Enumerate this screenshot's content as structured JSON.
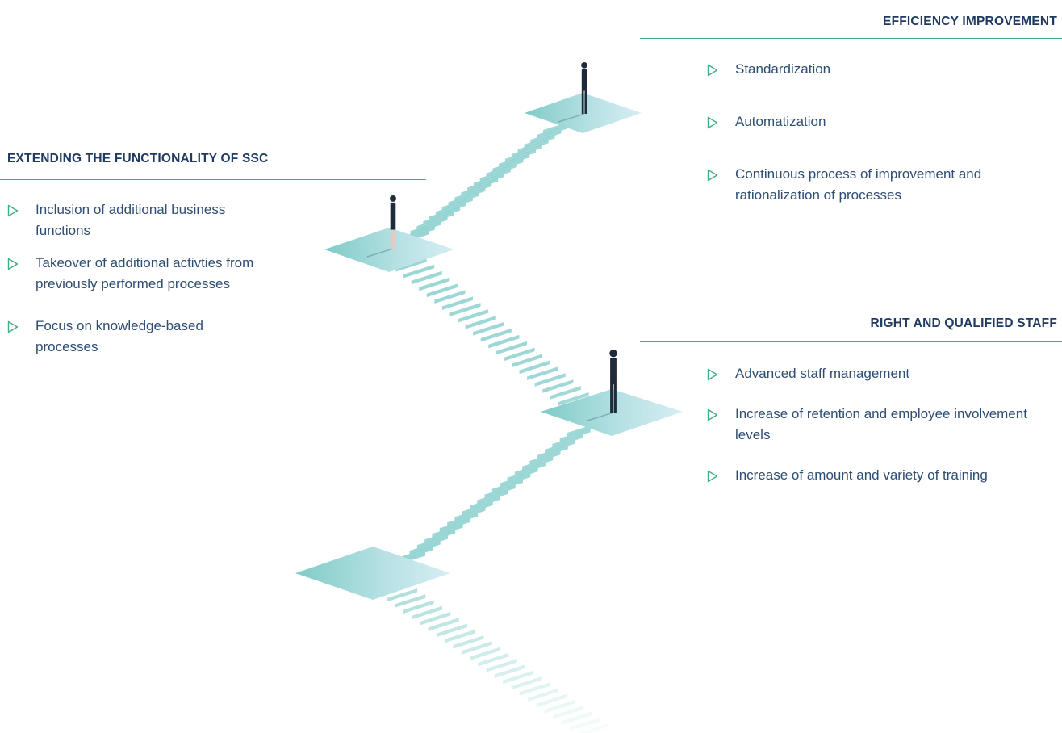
{
  "sections": {
    "efficiency": {
      "title": "EFFICIENCY IMPROVEMENT",
      "items": [
        "Standardization",
        "Automatization",
        "Continuous process of improvement and rationalization of processes"
      ]
    },
    "extending": {
      "title": "EXTENDING THE FUNCTIONALITY OF SSC",
      "items": [
        "Inclusion of additional business functions",
        "Takeover of additional activties from previously performed processes",
        "Focus on knowledge-based processes"
      ]
    },
    "staff": {
      "title": "RIGHT AND QUALIFIED STAFF",
      "items": [
        "Advanced staff management",
        "Increase of retention and employee involvement levels",
        "Increase of amount and variety of training"
      ]
    }
  },
  "icons": {
    "bullet": "triangle-outline-icon"
  },
  "colors": {
    "heading": "#1f3a63",
    "text": "#2e4d73",
    "rule": "#3fae8c",
    "platform": "#8fd2d0",
    "stair": "#8fd2d0",
    "figure": "#1f2a3a"
  }
}
